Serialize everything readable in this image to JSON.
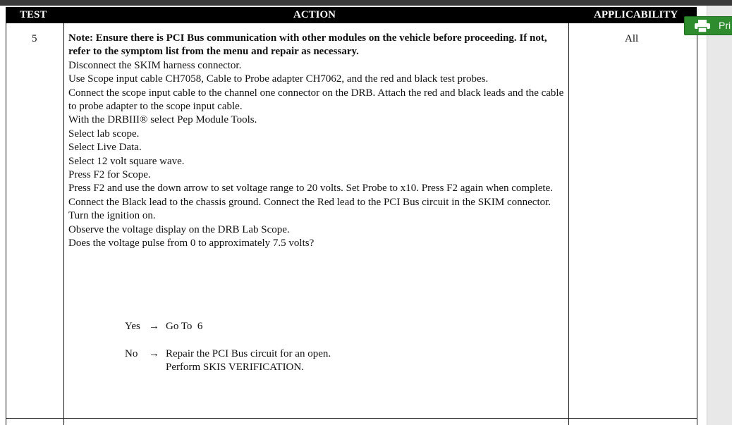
{
  "table": {
    "headers": {
      "test": "TEST",
      "action": "ACTION",
      "applicability": "APPLICABILITY"
    },
    "row": {
      "test": "5",
      "applicability": "All",
      "note": "Note: Ensure there is PCI Bus communication with other modules on the vehicle before proceeding. If not, refer to the symptom list from the menu and repair as necessary.",
      "steps": [
        "Disconnect the SKIM harness connector.",
        "Use Scope input cable CH7058, Cable to Probe adapter CH7062, and the red and black test probes.",
        "Connect the scope input cable to the channel one connector on the DRB. Attach the red and black leads and the cable to probe adapter to the scope input cable.",
        "With the DRBIII® select Pep Module Tools.",
        "Select lab scope.",
        "Select Live Data.",
        "Select 12 volt square wave.",
        "Press F2 for Scope.",
        "Press F2 and use the down arrow to set voltage range to 20 volts. Set Probe to x10. Press F2 again when complete.",
        "Connect the Black lead to the chassis ground. Connect the Red lead to the PCI Bus circuit in the SKIM connector.",
        "Turn the ignition on.",
        "Observe the voltage display on the DRB Lab Scope.",
        "Does the voltage pulse from 0 to approximately 7.5 volts?"
      ],
      "yes": {
        "label": "Yes",
        "arrow": "→",
        "text": "Go To  6"
      },
      "no": {
        "label": "No",
        "arrow": "→",
        "lines": [
          "Repair the PCI Bus circuit for an open.",
          "Perform SKIS VERIFICATION."
        ]
      }
    }
  },
  "print_button": {
    "label": "Pri",
    "icon": "printer-icon",
    "color": "#2e8b2e"
  }
}
